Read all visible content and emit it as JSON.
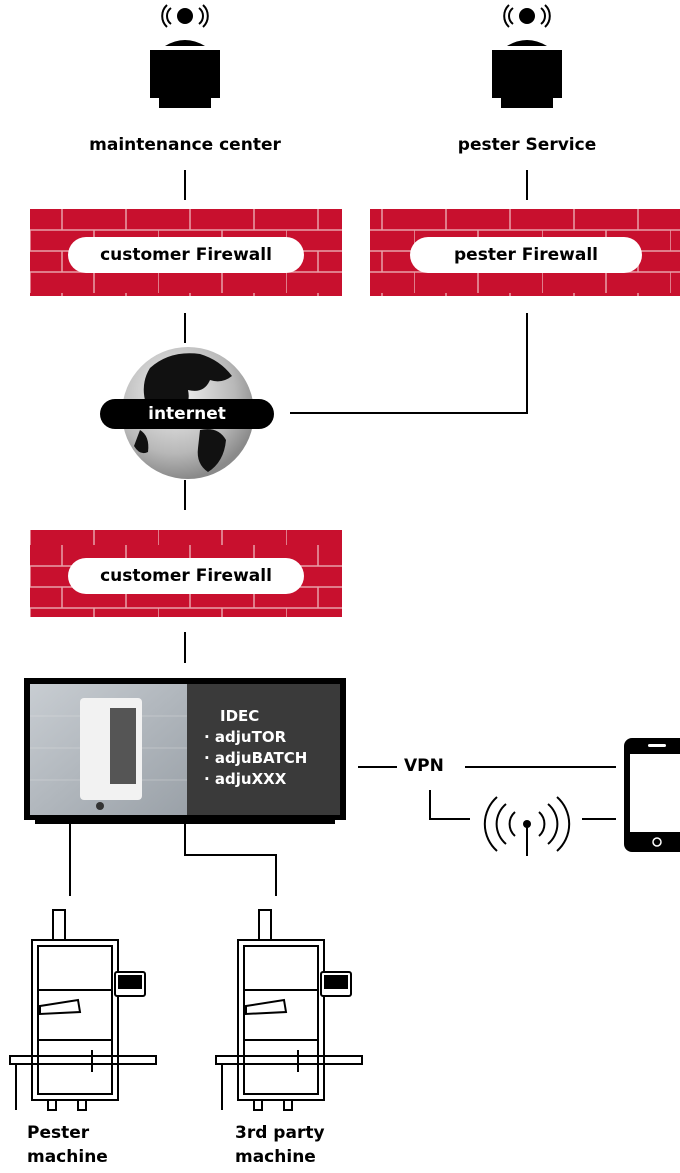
{
  "nodes": {
    "maintenance_center": "maintenance center",
    "pester_service": "pester Service",
    "customer_firewall_top": "customer Firewall",
    "pester_firewall": "pester Firewall",
    "internet": "internet",
    "customer_firewall_bottom": "customer Firewall",
    "vpn": "VPN"
  },
  "screen": {
    "title": "IDEC",
    "items": [
      "· adjuTOR",
      "· adjuBATCH",
      "· adjuXXX"
    ]
  },
  "machines": {
    "pester_line1": "Pester",
    "pester_line2": "machine",
    "third_line1": "3rd party",
    "third_line2": "machine"
  },
  "colors": {
    "firewall_red": "#c8102e",
    "firewall_mortar": "#e9a0a8",
    "screen_dark": "#3a3a3a",
    "line": "#000000"
  },
  "icons": [
    "operator-icon",
    "firewall-icon",
    "globe-icon",
    "smartphone-icon",
    "wireless-signal-icon",
    "machine-icon"
  ]
}
